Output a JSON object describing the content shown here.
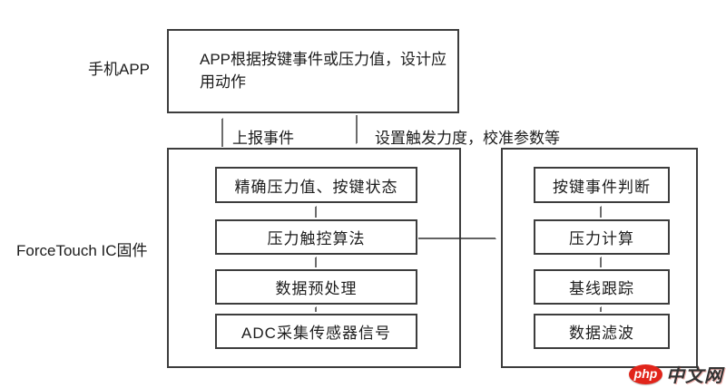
{
  "labels": {
    "phone_app": "手机APP",
    "firmware": "ForceTouch IC固件"
  },
  "top_box": {
    "text": "APP根据按键事件或压力值，设计应用动作"
  },
  "flow_labels": {
    "report_up": "上报事件",
    "configure_down": "设置触发力度，校准参数等"
  },
  "firmware_pipeline": {
    "boxes": [
      "精确压力值、按键状态",
      "压力触控算法",
      "数据预处理",
      "ADC采集传感器信号"
    ]
  },
  "algorithm_detail": {
    "boxes": [
      "按键事件判断",
      "压力计算",
      "基线跟踪",
      "数据滤波"
    ]
  },
  "watermark": {
    "php": "php",
    "site": "中文网"
  },
  "colors": {
    "line": "#3d3d3d",
    "text": "#1c1c1c",
    "background": "#ffffff",
    "logo_red": "#e1251b",
    "logo_dark": "#333333"
  }
}
